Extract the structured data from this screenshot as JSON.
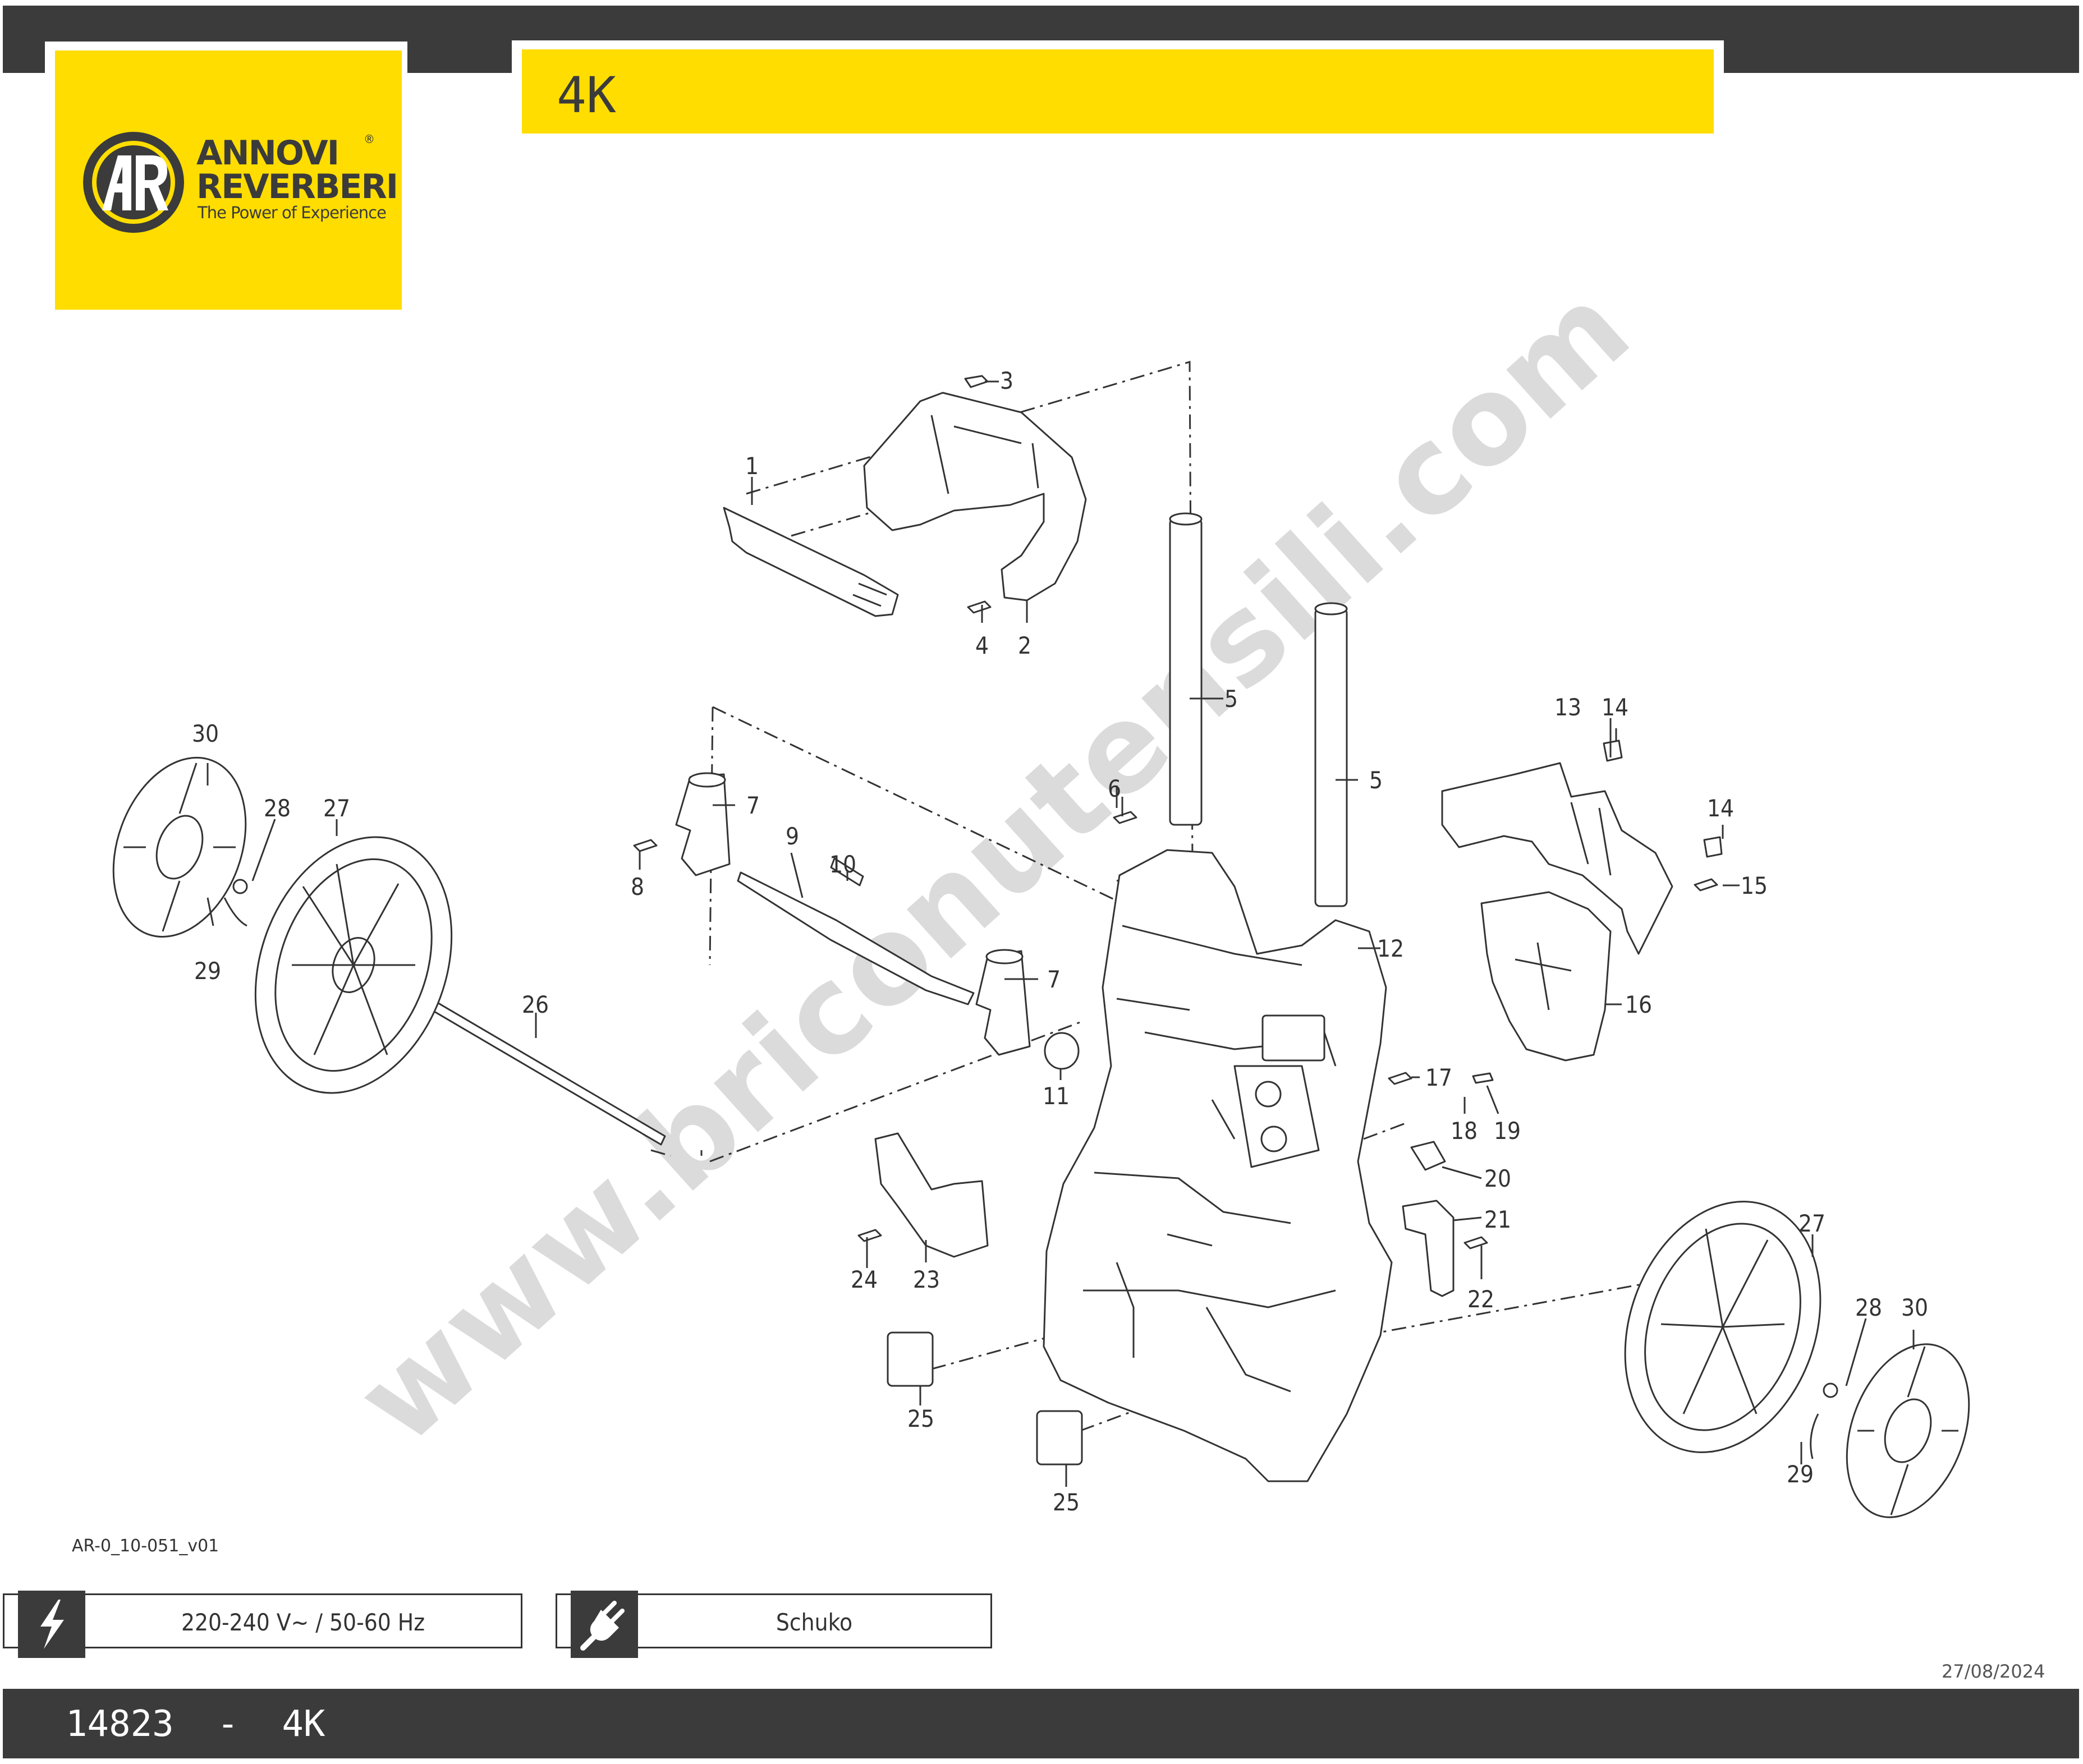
{
  "header": {
    "brand_line1": "ANNOVI",
    "brand_line2": "REVERBERI",
    "brand_registered": "®",
    "brand_tagline": "The Power of Experience",
    "model_title": "4K"
  },
  "watermark": "www.briconutensili.com",
  "diagram": {
    "type": "exploded parts diagram",
    "callouts": [
      "1",
      "2",
      "3",
      "4",
      "5",
      "5",
      "6",
      "7",
      "7",
      "8",
      "9",
      "10",
      "11",
      "12",
      "13",
      "14",
      "14",
      "15",
      "16",
      "17",
      "18",
      "19",
      "20",
      "21",
      "22",
      "23",
      "24",
      "25",
      "25",
      "26",
      "27",
      "27",
      "28",
      "28",
      "29",
      "29",
      "30",
      "30"
    ]
  },
  "drawing_code": "AR-0_10-051_v01",
  "specs": {
    "power": {
      "icon": "lightning-icon",
      "text": "220-240 V~ / 50-60 Hz"
    },
    "plug": {
      "icon": "plug-icon",
      "text": "Schuko"
    }
  },
  "date": "27/08/2024",
  "footer": {
    "code": "14823",
    "separator": "-",
    "model": "4K"
  },
  "colors": {
    "accent": "#ffdd00",
    "bar": "#3b3b3b",
    "line": "#333333"
  }
}
